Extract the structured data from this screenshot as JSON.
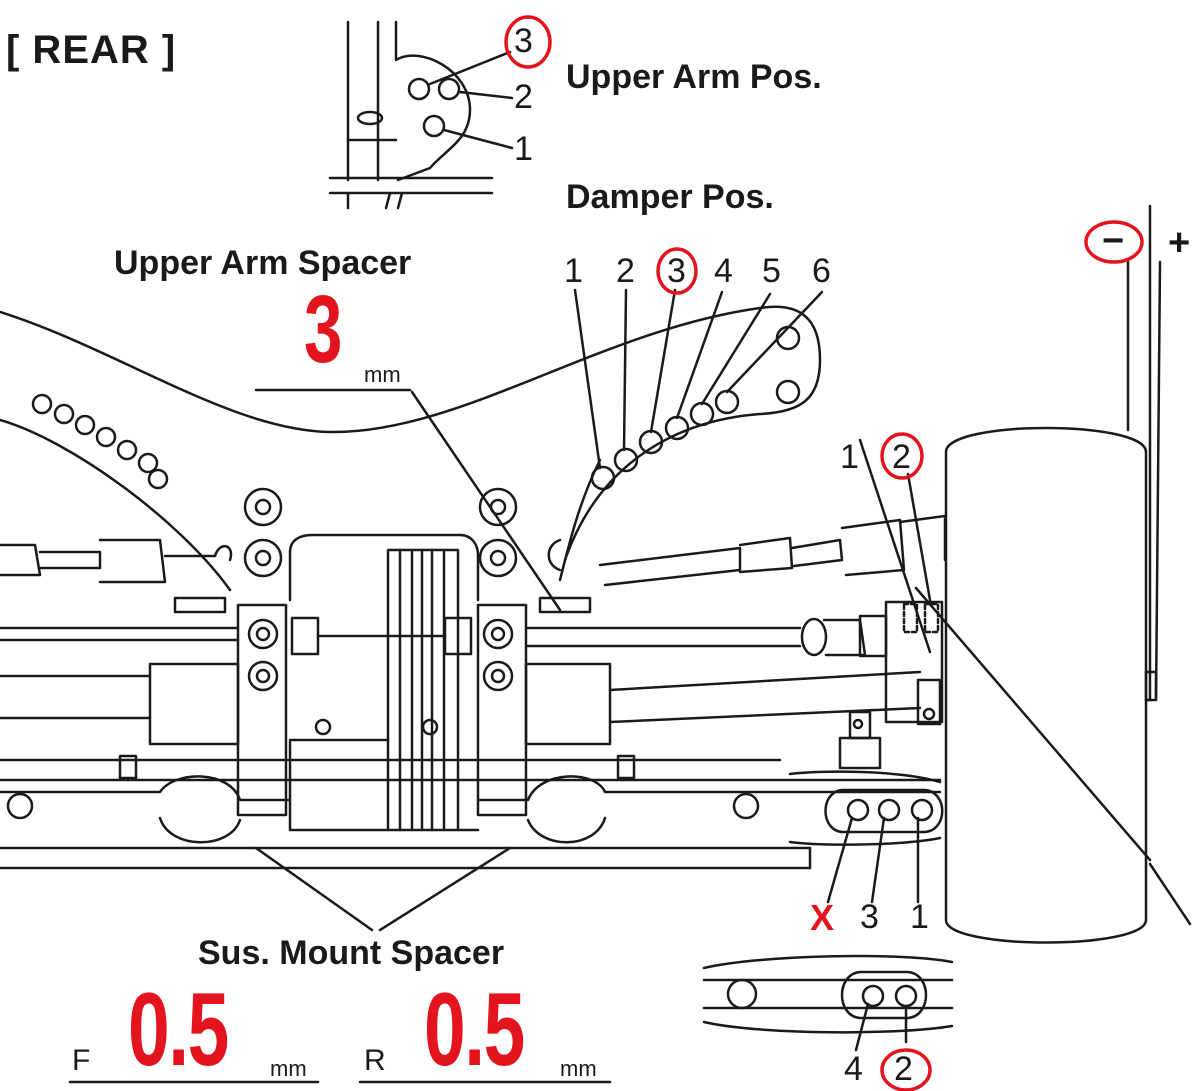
{
  "title": "[ REAR ]",
  "upper_arm_pos": {
    "heading": "Upper Arm Pos.",
    "options": [
      "3",
      "2",
      "1"
    ],
    "selected": "3"
  },
  "damper_pos": {
    "heading": "Damper Pos.",
    "options": [
      "1",
      "2",
      "3",
      "4",
      "5",
      "6"
    ],
    "selected": "3"
  },
  "upper_arm_spacer": {
    "heading": "Upper Arm Spacer",
    "value": "3",
    "unit": "mm"
  },
  "camber_link": {
    "minus": "−",
    "plus": "+",
    "selected": "minus"
  },
  "tie_rod_pos": {
    "options": [
      "1",
      "2"
    ],
    "selected": "2"
  },
  "lower_mount_top": {
    "options": [
      "X",
      "3",
      "1"
    ],
    "crossed": "X"
  },
  "lower_mount_bottom": {
    "options": [
      "4",
      "2"
    ],
    "selected": "2"
  },
  "sus_mount_spacer": {
    "heading": "Sus. Mount Spacer",
    "front_label": "F",
    "front_value": "0.5",
    "rear_label": "R",
    "rear_value": "0.5",
    "unit": "mm"
  },
  "colors": {
    "highlight": "#e4141e",
    "line": "#1a1a1a"
  }
}
